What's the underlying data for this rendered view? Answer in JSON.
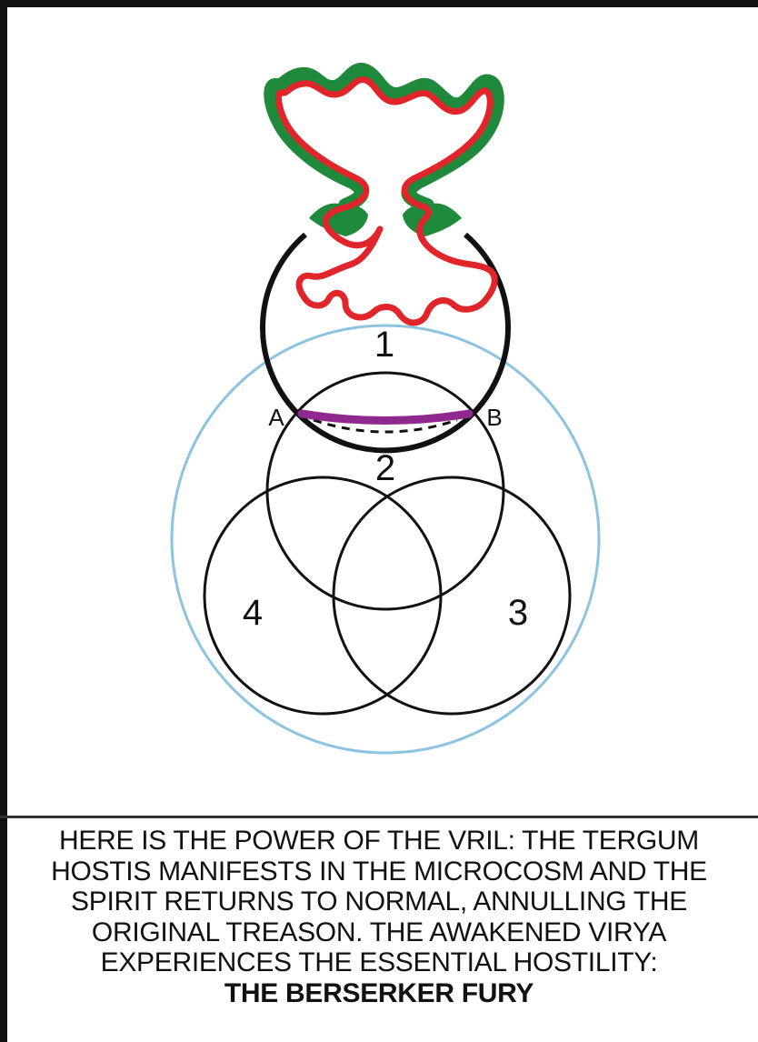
{
  "diagram": {
    "labels": {
      "region_1": "1",
      "region_2": "2",
      "region_3": "3",
      "region_4": "4",
      "point_a": "A",
      "point_b": "B"
    },
    "colors": {
      "outer_circle": "#8cc3e0",
      "tergum_outer": "#1f8a3b",
      "tergum_inner": "#e0252b",
      "arc_ab": "#8e2a8f",
      "lines": "#111111"
    }
  },
  "caption": {
    "lines": [
      "HERE IS THE POWER OF THE VRIL: THE TERGUM",
      "HOSTIS MANIFESTS IN THE MICROCOSM AND THE",
      "SPIRIT RETURNS TO NORMAL, ANNULLING THE",
      "ORIGINAL TREASON. THE AWAKENED VIRYA",
      "EXPERIENCES THE ESSENTIAL HOSTILITY:"
    ],
    "emphasis": "THE BERSERKER FURY"
  }
}
